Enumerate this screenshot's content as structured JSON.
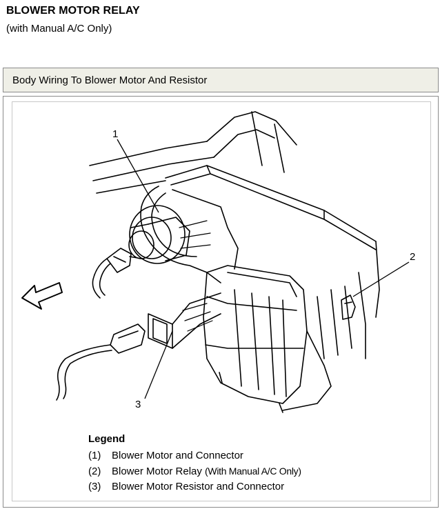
{
  "header": {
    "title": "BLOWER MOTOR RELAY",
    "subtitle": "(with Manual A/C Only)"
  },
  "section": {
    "title": "Body Wiring To Blower Motor And Resistor"
  },
  "figure": {
    "callouts": [
      "1",
      "2",
      "3"
    ],
    "legend": {
      "title": "Legend",
      "items": [
        {
          "num": "(1)",
          "text": "Blower Motor and Connector",
          "note": ""
        },
        {
          "num": "(2)",
          "text": "Blower Motor Relay ",
          "note": "(With Manual A/C Only)"
        },
        {
          "num": "(3)",
          "text": "Blower Motor Resistor and Connector",
          "note": ""
        }
      ]
    }
  }
}
